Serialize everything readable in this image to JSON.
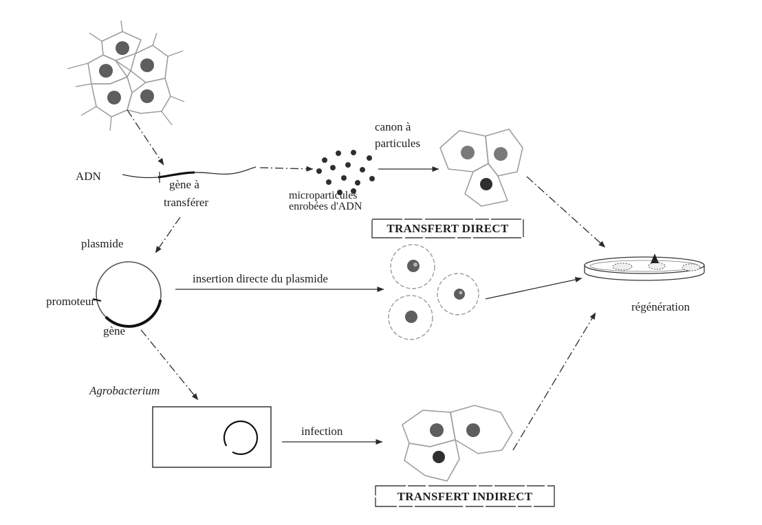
{
  "diagram": {
    "labels": {
      "dna": "ADN",
      "gene_to_transfer_line1": "gène à",
      "gene_to_transfer_line2": "transférer",
      "particle_gun_line1": "canon à",
      "particle_gun_line2": "particules",
      "microparticles_line1": "microparticules",
      "microparticles_line2": "enrobées d'ADN",
      "direct_transfer": "TRANSFERT DIRECT",
      "plasmid": "plasmide",
      "promoter": "promoteur",
      "gene": "gène",
      "direct_insertion": "insertion directe du plasmide",
      "agrobacterium": "Agrobacterium",
      "infection": "infection",
      "regeneration": "régénération",
      "indirect_transfer": "TRANSFERT INDIRECT"
    },
    "colors": {
      "background": "#ffffff",
      "cell_outline": "#9c9c9c",
      "nucleus": "#5e5e5e",
      "nucleus_transformed": "#2f2f2f",
      "line": "#2b2b2b",
      "text": "#1e1e1e"
    }
  }
}
